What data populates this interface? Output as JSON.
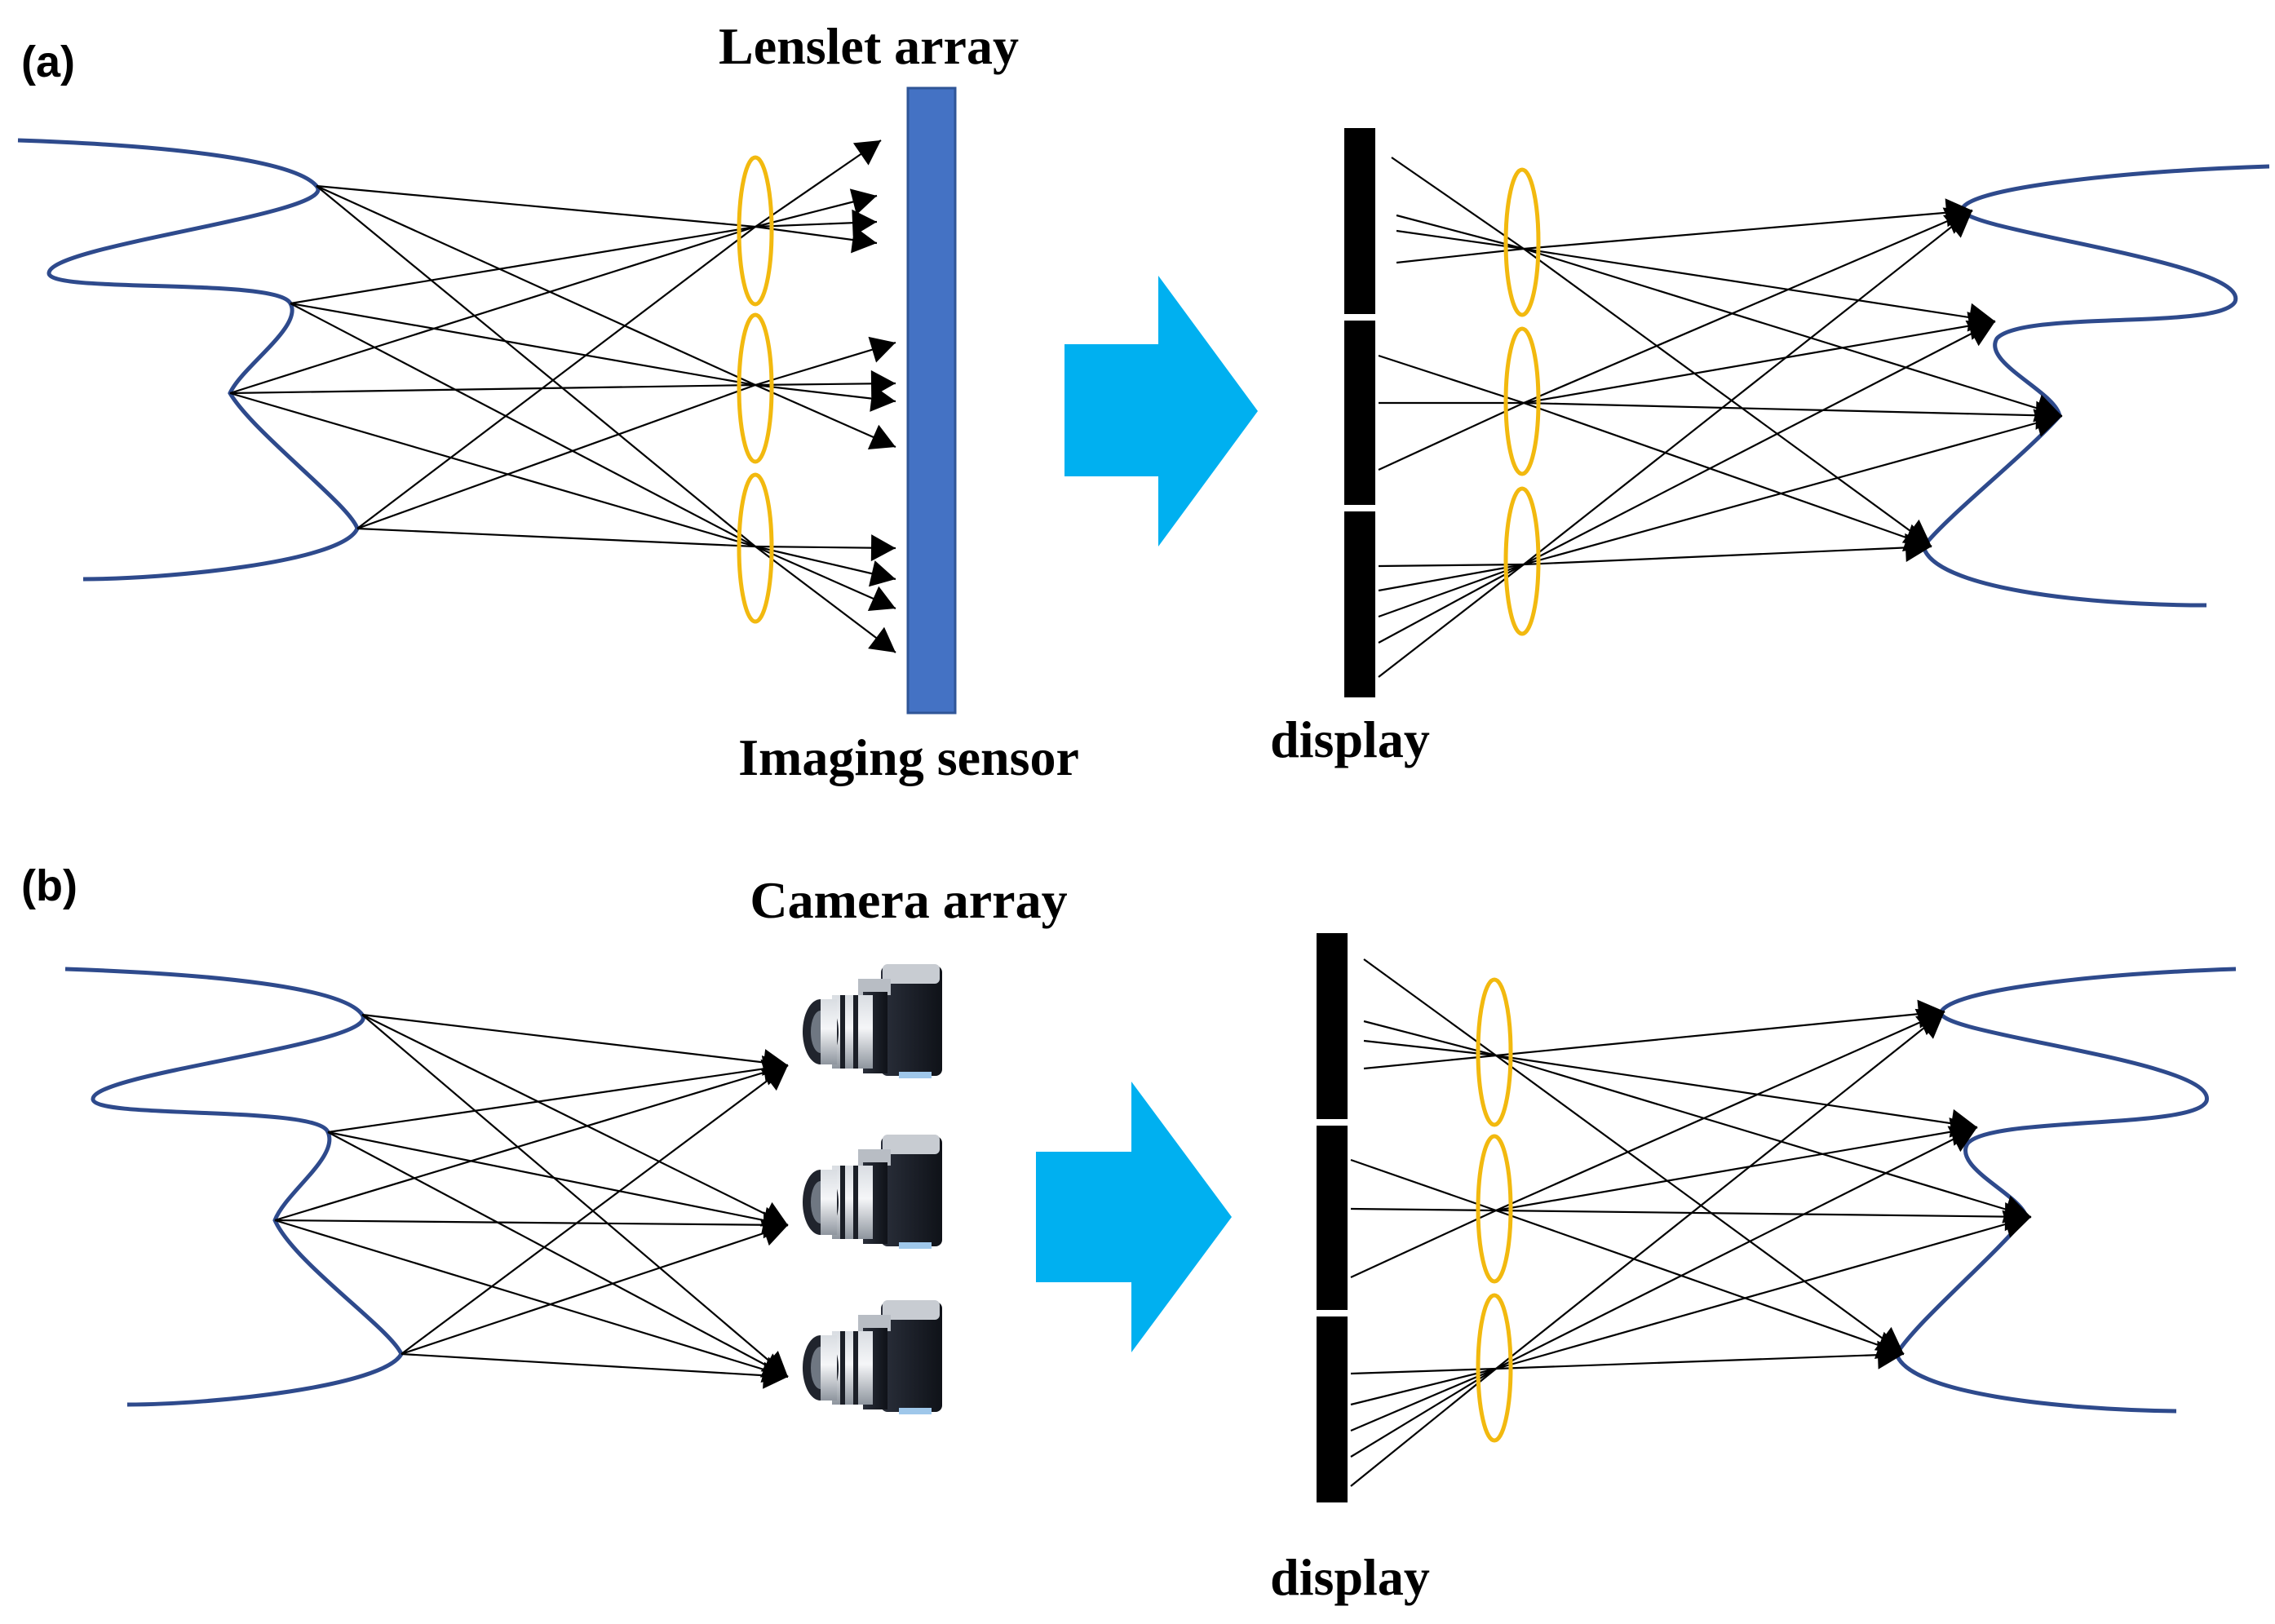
{
  "panel_a": {
    "tag": "(a)",
    "capture_label": "Lenslet array",
    "sensor_label": "Imaging sensor",
    "display_label": "display"
  },
  "panel_b": {
    "tag": "(b)",
    "capture_label": "Camera array",
    "display_label": "display"
  },
  "colors": {
    "wavefront": "#2e4a8c",
    "lens": "#f2b90f",
    "sensor": "#4472c4",
    "sensor_edge": "#2f5597",
    "process_arrow": "#00b0f0",
    "display_panel": "#000000",
    "ray": "#000000"
  },
  "icons": {
    "transfer_arrow": "right-arrow-icon",
    "camera": "camera-icon"
  }
}
